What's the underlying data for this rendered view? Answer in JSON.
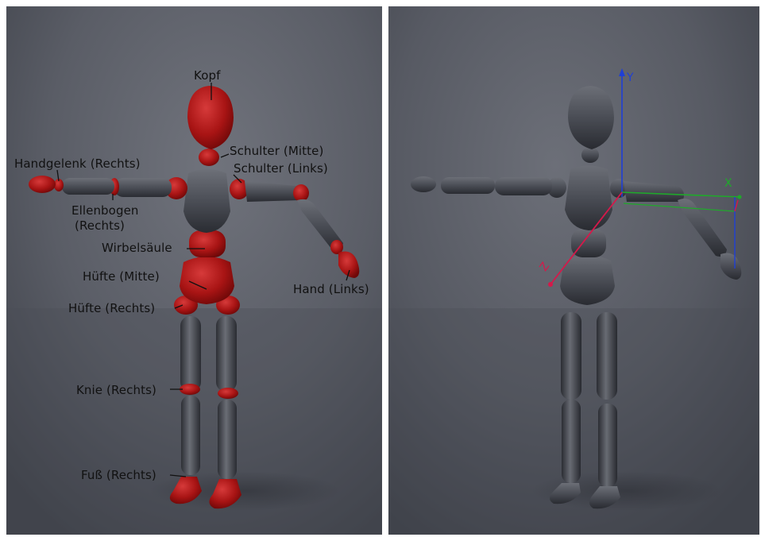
{
  "left_panel": {
    "labels": {
      "head": "Kopf",
      "shoulder_mid": "Schulter (Mitte)",
      "shoulder_left": "Schulter (Links)",
      "wrist_right": "Handgelenk (Rechts)",
      "elbow_right_1": "Ellenbogen",
      "elbow_right_2": "(Rechts)",
      "spine": "Wirbelsäule",
      "hip_mid": "Hüfte (Mitte)",
      "hand_left": "Hand (Links)",
      "hip_right": "Hüfte (Rechts)",
      "knee_right": "Knie (Rechts)",
      "foot_right": "Fuß (Rechts)"
    },
    "highlight_color": "#b01515",
    "body_color": "#4a4d55"
  },
  "right_panel": {
    "axes": {
      "y": "Y",
      "x": "X",
      "z": "Z"
    },
    "axis_colors": {
      "y": "#1f3fd6",
      "x": "#1faa2a",
      "z": "#d6184a"
    },
    "body_color": "#474a52"
  }
}
